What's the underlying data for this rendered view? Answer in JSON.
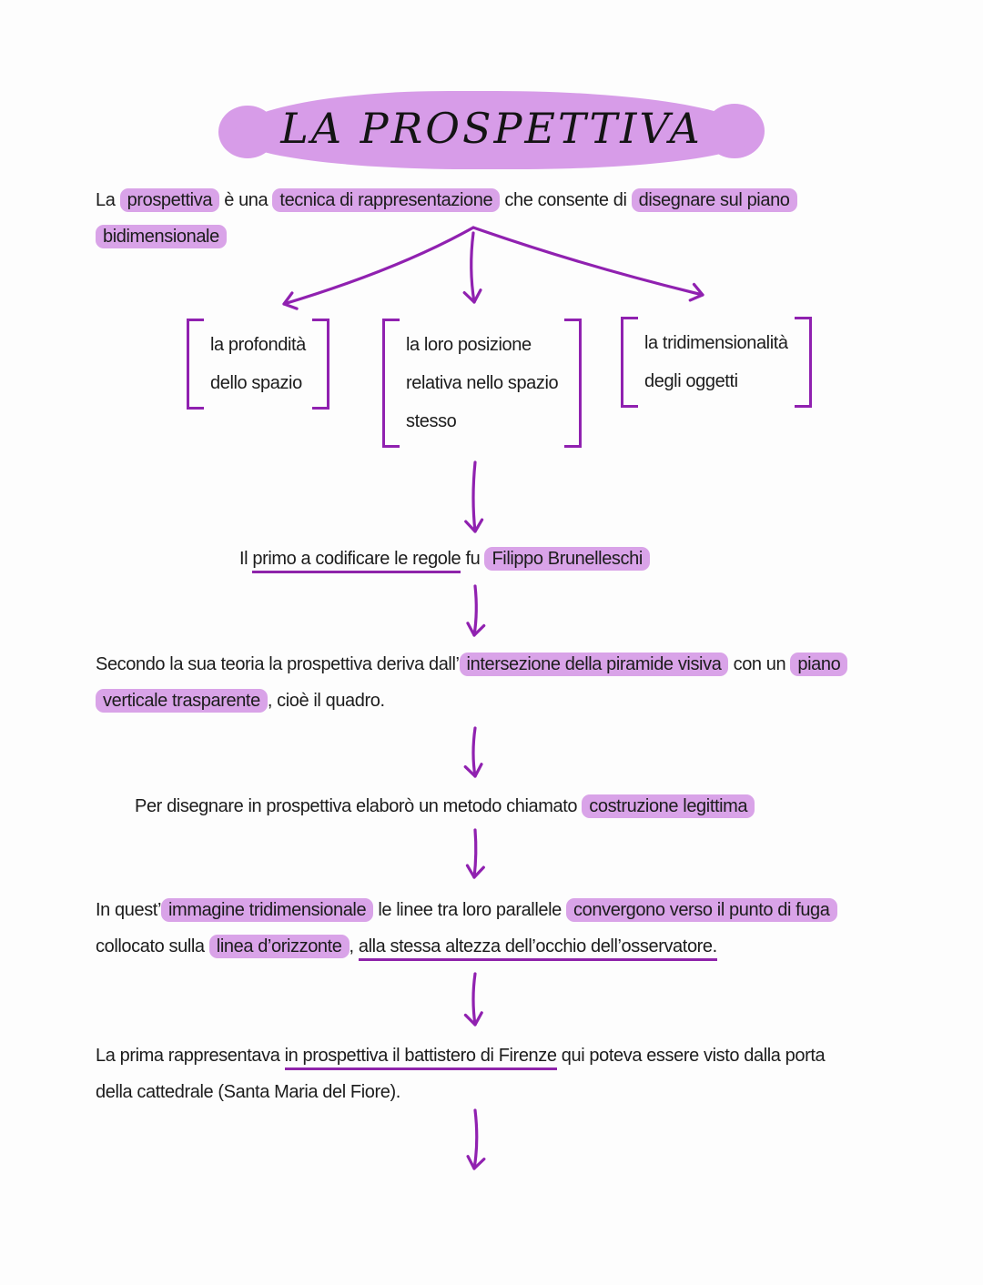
{
  "palette": {
    "arrow_purple": "#9021b0",
    "highlight_purple": "#d9a3e8",
    "title_blob_purple": "#d79ce8",
    "ink": "#1c1c1c"
  },
  "title": "LA PROSPETTIVA",
  "intro": {
    "l1": [
      "La ",
      "prospettiva",
      " è una ",
      "tecnica di rappresentazione",
      " che consente di ",
      "disegnare sul piano"
    ],
    "l2": [
      "bidimensionale"
    ]
  },
  "boxes": {
    "depth": [
      "la profondità",
      "dello spazio"
    ],
    "position": [
      "la loro posizione",
      "relativa nello spazio",
      "stesso"
    ],
    "tridim": [
      "la tridimensionalità",
      "degli oggetti"
    ]
  },
  "brunelleschi": [
    "Il ",
    "primo a codificare le regole",
    " fu ",
    "Filippo Brunelleschi"
  ],
  "teoria": {
    "l1": [
      "Secondo la sua teoria la prospettiva deriva dall’",
      "intersezione della piramide visiva",
      " con un ",
      "piano"
    ],
    "l2": [
      "verticale trasparente",
      ", cioè il quadro."
    ]
  },
  "metodo": [
    "Per disegnare in prospettiva elaborò un metodo chiamato ",
    "costruzione legittima"
  ],
  "fuga": {
    "l1": [
      "In quest’",
      "immagine tridimensionale",
      " le linee tra loro parallele ",
      "convergono verso il punto di fuga"
    ],
    "l2": [
      "collocato sulla ",
      "linea d’orizzonte",
      ", ",
      "alla stessa altezza dell’occhio dell’osservatore."
    ]
  },
  "battistero": {
    "l1": [
      "La prima rappresentava ",
      "in prospettiva il battistero di Firenze",
      " qui poteva essere visto dalla porta"
    ],
    "l2": [
      "della cattedrale (Santa Maria del Fiore)."
    ]
  }
}
